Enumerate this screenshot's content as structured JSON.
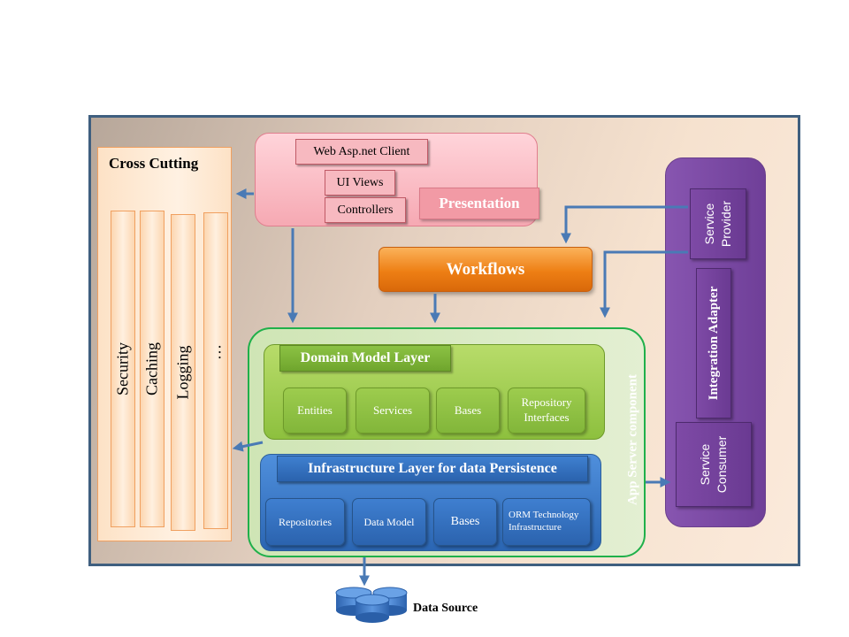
{
  "cross_cutting": {
    "title": "Cross Cutting",
    "items": [
      "Security",
      "Caching",
      "Logging",
      "…"
    ]
  },
  "presentation": {
    "client": "Web  Asp.net  Client",
    "ui_views": "UI Views",
    "controllers": "Controllers",
    "label": "Presentation"
  },
  "workflows": {
    "label": "Workflows"
  },
  "app_server": {
    "label": "App Server component",
    "domain": {
      "title": "Domain Model Layer",
      "items": [
        "Entities",
        "Services",
        "Bases",
        "Repository Interfaces"
      ]
    },
    "infrastructure": {
      "title": "Infrastructure Layer for data Persistence",
      "items": [
        "Repositories",
        "Data Model",
        "Bases",
        "ORM Technology Infrastructure"
      ]
    }
  },
  "integration": {
    "service_provider": "Service Provider",
    "adapter": "Integration Adapter",
    "service_consumer": "Service Consumer"
  },
  "data_source": {
    "label": "Data Source"
  },
  "colors": {
    "frame_border": "#3f5f7f",
    "arrow": "#4a7ab5",
    "presentation": "#f6a9b3",
    "workflows": "#ee7f14",
    "domain": "#8dc03e",
    "infrastructure": "#2b66b3",
    "integration": "#7a4aa6",
    "cross_cutting": "#fde2c6",
    "app_server_border": "#1fb04a"
  }
}
